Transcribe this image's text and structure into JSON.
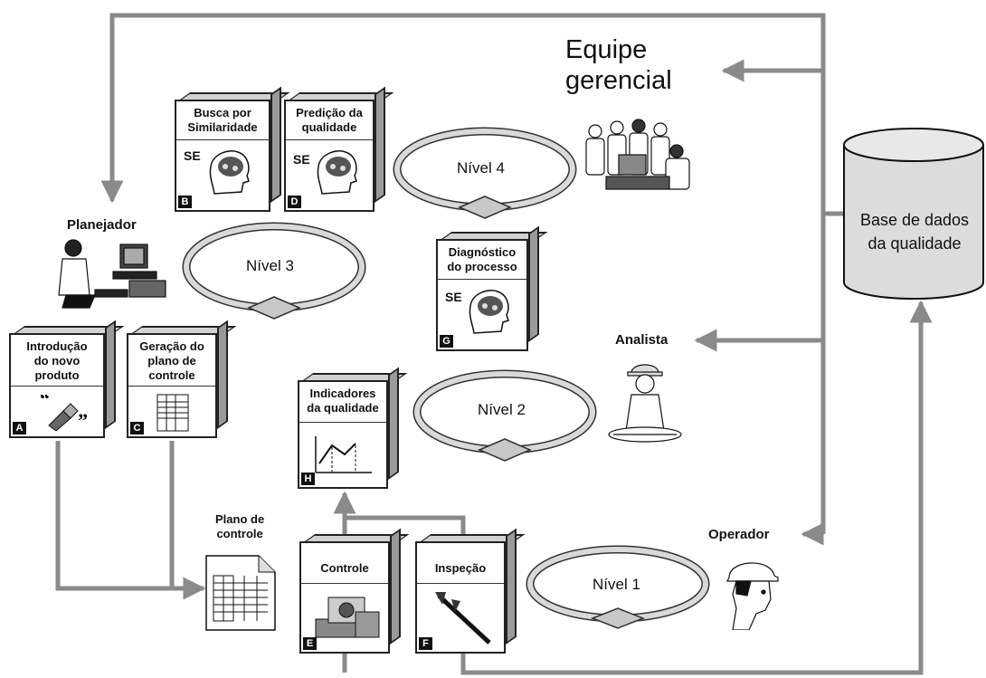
{
  "actors": {
    "management": "Equipe\ngerencial",
    "planner": "Planejador",
    "analyst": "Analista",
    "operator": "Operador"
  },
  "database": {
    "label": "Base de dados\nda qualidade"
  },
  "levels": {
    "level1": "Nível 1",
    "level2": "Nível 2",
    "level3": "Nível 3",
    "level4": "Nível 4"
  },
  "plan_label": "Plano de\ncontrole",
  "boxes": {
    "A": {
      "title": "Introdução\ndo novo\nproduto",
      "letter": "A"
    },
    "B": {
      "title": "Busca por\nSimilaridade",
      "tag": "SE",
      "letter": "B"
    },
    "C": {
      "title": "Geração do\nplano de\ncontrole",
      "letter": "C"
    },
    "D": {
      "title": "Predição da\nqualidade",
      "tag": "SE",
      "letter": "D"
    },
    "E": {
      "title": "Controle",
      "letter": "E"
    },
    "F": {
      "title": "Inspeção",
      "letter": "F"
    },
    "G": {
      "title": "Diagnóstico\ndo processo",
      "tag": "SE",
      "letter": "G"
    },
    "H": {
      "title": "Indicadores\nda qualidade",
      "letter": "H"
    }
  }
}
